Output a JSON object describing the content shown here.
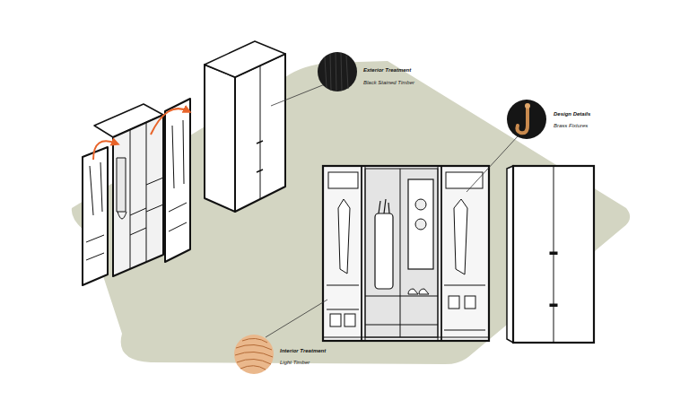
{
  "diagram": {
    "labels": [
      "Exterior Treatment",
      "Black Stained Timber",
      "Design Details",
      "Brass Fixtures",
      "Interior Treatment",
      "Light Timber"
    ]
  }
}
